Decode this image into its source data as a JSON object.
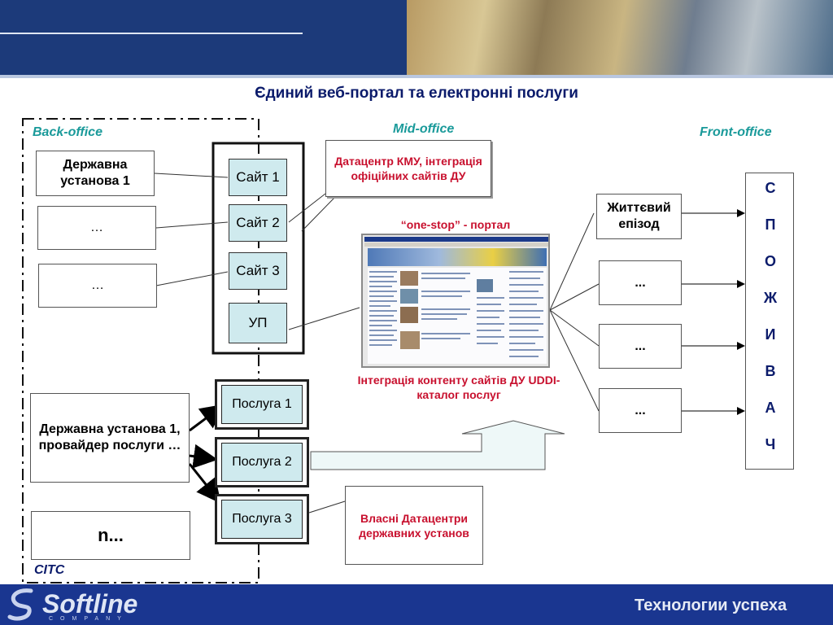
{
  "title": "Єдиний веб-портал та електронні послуги",
  "zones": {
    "back": "Back-office",
    "mid": "Mid-office",
    "front": "Front-office"
  },
  "back_office": {
    "institution_1": "Державна установа 1",
    "ellipsis_1": "…",
    "ellipsis_2": "…",
    "provider": "Державна установа 1, провайдер послуги …",
    "n": "n...",
    "citc": "CITC"
  },
  "sites": [
    "Сайт 1",
    "Сайт 2",
    "Сайт 3",
    "УП"
  ],
  "services": [
    "Послуга 1",
    "Послуга 2",
    "Послуга 3"
  ],
  "callouts": {
    "datacenter_kmu": "Датацентр КМУ, інтеграція офіційних сайтів ДУ",
    "portal_label": "“one-stop” - портал",
    "integration": "Інтеграція контенту сайтів ДУ UDDI-каталог послуг",
    "own_datacenters": "Власні Датацентри державних установ"
  },
  "front_office": {
    "life_episode": "Життєвий епізод",
    "items": [
      "...",
      "...",
      "..."
    ],
    "consumer_letters": [
      "С",
      "П",
      "О",
      "Ж",
      "И",
      "В",
      "А",
      "Ч"
    ]
  },
  "footer": {
    "brand": "Softline",
    "brand_sub": "COMPANY",
    "slogan": "Технологии успеха"
  },
  "colors": {
    "header": "#1c3a7a",
    "footer": "#1a3690",
    "zone_label": "#1a9a9a",
    "callout_text": "#c8102e",
    "box_fill": "#cfeaee"
  }
}
